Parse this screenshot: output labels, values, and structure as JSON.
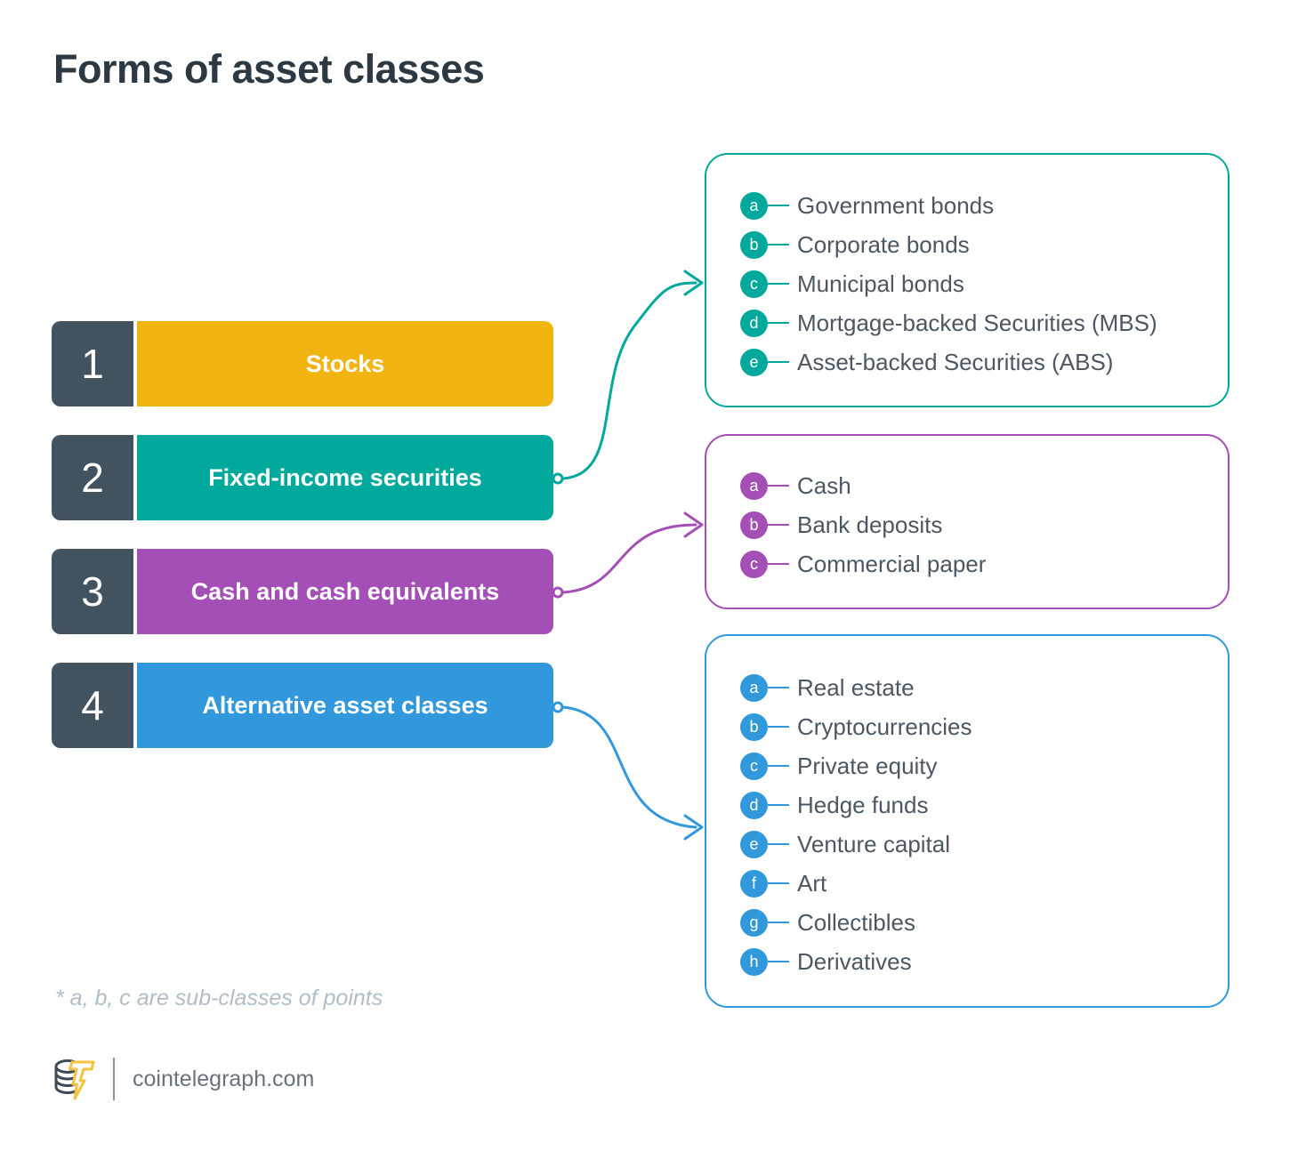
{
  "title": "Forms of asset classes",
  "rows": [
    {
      "num": "1",
      "label": "Stocks",
      "color": "#F2B411"
    },
    {
      "num": "2",
      "label": "Fixed-income securities",
      "color": "#00A99C"
    },
    {
      "num": "3",
      "label": "Cash and cash equivalents",
      "color": "#A44FB5"
    },
    {
      "num": "4",
      "label": "Alternative asset classes",
      "color": "#3198DB"
    }
  ],
  "groups": [
    {
      "color": "#00A99C",
      "items": [
        {
          "key": "a",
          "label": "Government bonds"
        },
        {
          "key": "b",
          "label": "Corporate bonds"
        },
        {
          "key": "c",
          "label": "Municipal bonds"
        },
        {
          "key": "d",
          "label": "Mortgage-backed Securities (MBS)"
        },
        {
          "key": "e",
          "label": "Asset-backed Securities (ABS)"
        }
      ]
    },
    {
      "color": "#A44FB5",
      "items": [
        {
          "key": "a",
          "label": "Cash"
        },
        {
          "key": "b",
          "label": "Bank deposits"
        },
        {
          "key": "c",
          "label": "Commercial paper"
        }
      ]
    },
    {
      "color": "#3198DB",
      "items": [
        {
          "key": "a",
          "label": "Real estate"
        },
        {
          "key": "b",
          "label": "Cryptocurrencies"
        },
        {
          "key": "c",
          "label": "Private equity"
        },
        {
          "key": "d",
          "label": "Hedge funds"
        },
        {
          "key": "e",
          "label": "Venture capital"
        },
        {
          "key": "f",
          "label": "Art"
        },
        {
          "key": "g",
          "label": "Collectibles"
        },
        {
          "key": "h",
          "label": "Derivatives"
        }
      ]
    }
  ],
  "footnote": "* a, b, c are sub-classes of points",
  "footer": {
    "site": "cointelegraph.com"
  },
  "colors": {
    "slate": "#42525E",
    "title_text": "#2C3842",
    "item_text": "#4B5864",
    "footnote_text": "#AFBEC8",
    "footer_text": "#67737E",
    "logo_dark": "#3E4A54",
    "logo_yellow": "#F5C242"
  },
  "icons": {
    "logo": "cointelegraph-coin-lightning-logo"
  }
}
